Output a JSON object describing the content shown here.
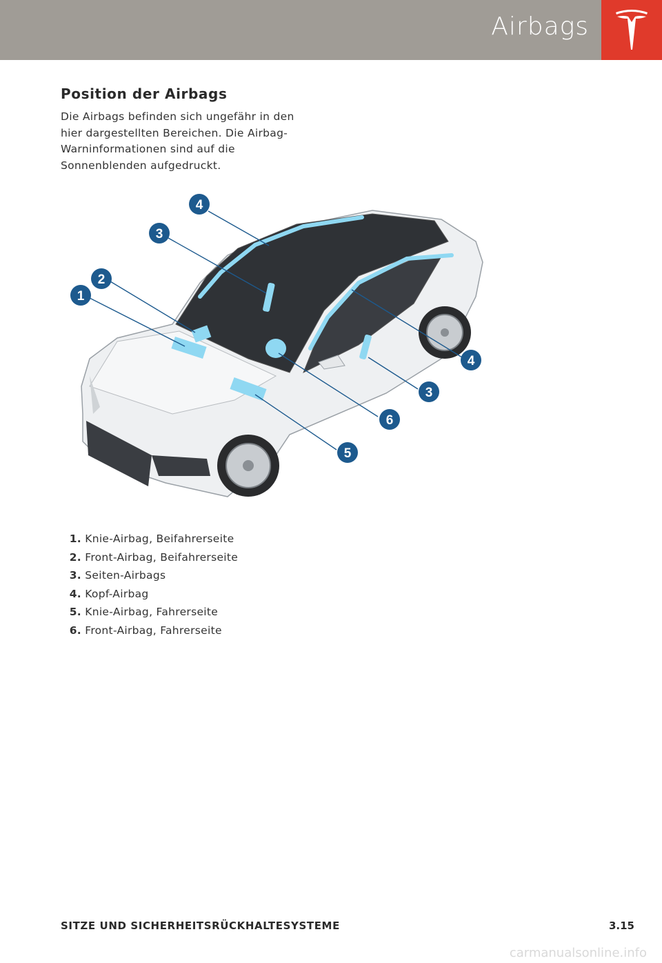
{
  "header": {
    "title": "Airbags",
    "logo": "tesla-logo"
  },
  "section": {
    "title": "Position der Airbags",
    "intro": "Die Airbags befinden sich ungefähr in den hier dargestellten Bereichen. Die Airbag-Warninformationen sind auf die Sonnenblenden aufgedruckt."
  },
  "figure": {
    "callouts": [
      "1",
      "2",
      "3",
      "4",
      "4",
      "3",
      "6",
      "5"
    ],
    "airbag_color": "#8fd8f2",
    "callout_color": "#1d5a8e"
  },
  "legend": [
    {
      "num": "1.",
      "text": "Knie-Airbag, Beifahrerseite"
    },
    {
      "num": "2.",
      "text": "Front-Airbag, Beifahrerseite"
    },
    {
      "num": "3.",
      "text": "Seiten-Airbags"
    },
    {
      "num": "4.",
      "text": "Kopf-Airbag"
    },
    {
      "num": "5.",
      "text": "Knie-Airbag, Fahrerseite"
    },
    {
      "num": "6.",
      "text": "Front-Airbag, Fahrerseite"
    }
  ],
  "footer": {
    "section": "SITZE UND SICHERHEITSRÜCKHALTESYSTEME",
    "page": "3.15",
    "watermark": "carmanualsonline.info"
  }
}
